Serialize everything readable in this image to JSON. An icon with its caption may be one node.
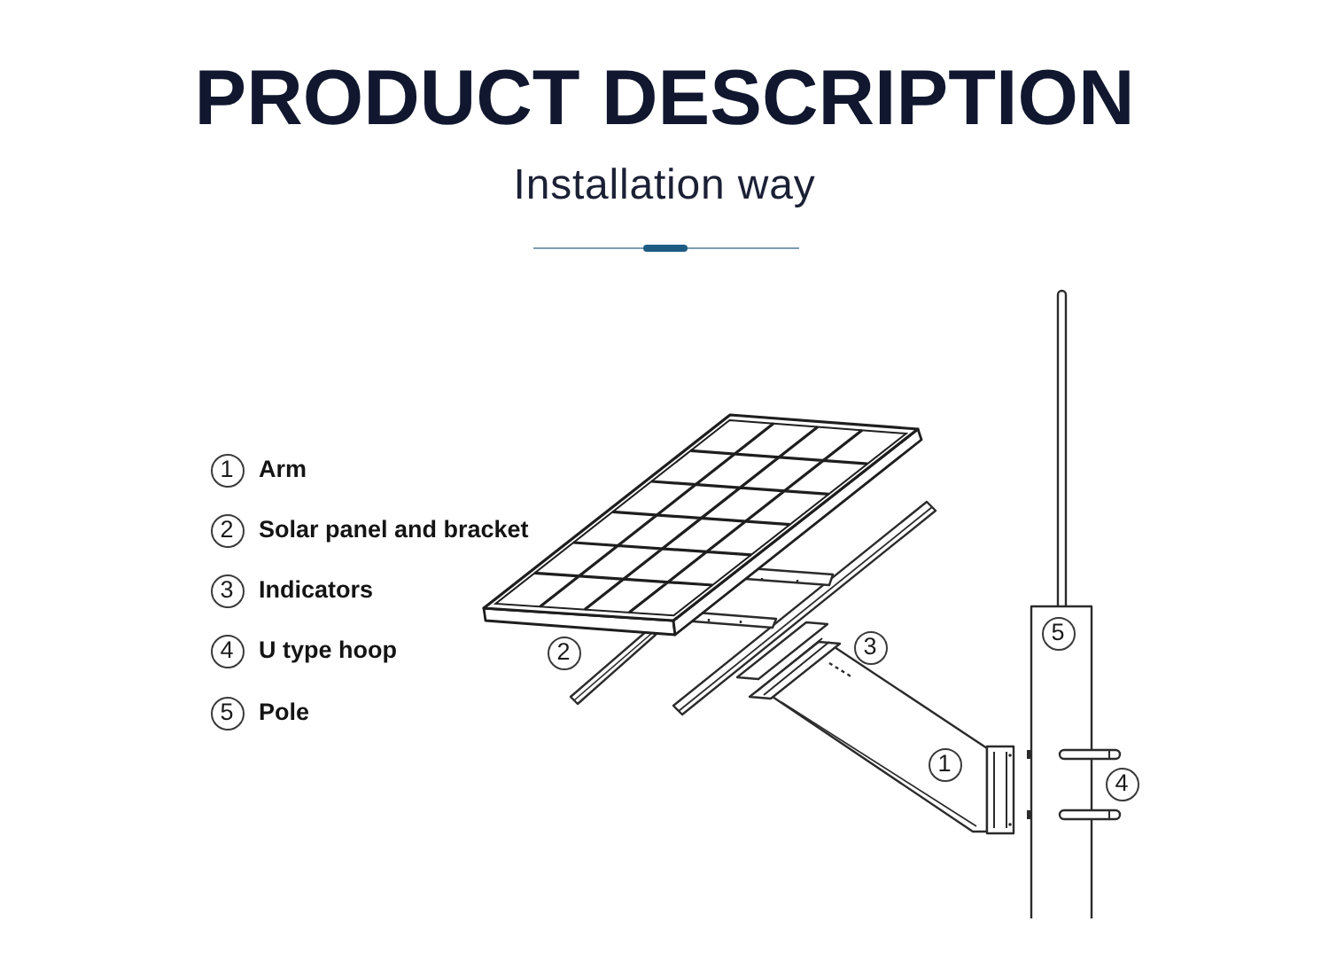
{
  "diagram": {
    "title": "PRODUCT DESCRIPTION",
    "labels": [
      "Installation way",
      "1",
      "Arm",
      "2",
      "Solar panel and bracket",
      "3",
      "Indicators",
      "4",
      "U type hoop",
      "5",
      "Pole",
      "2",
      "3",
      "5",
      "1",
      "4"
    ]
  }
}
